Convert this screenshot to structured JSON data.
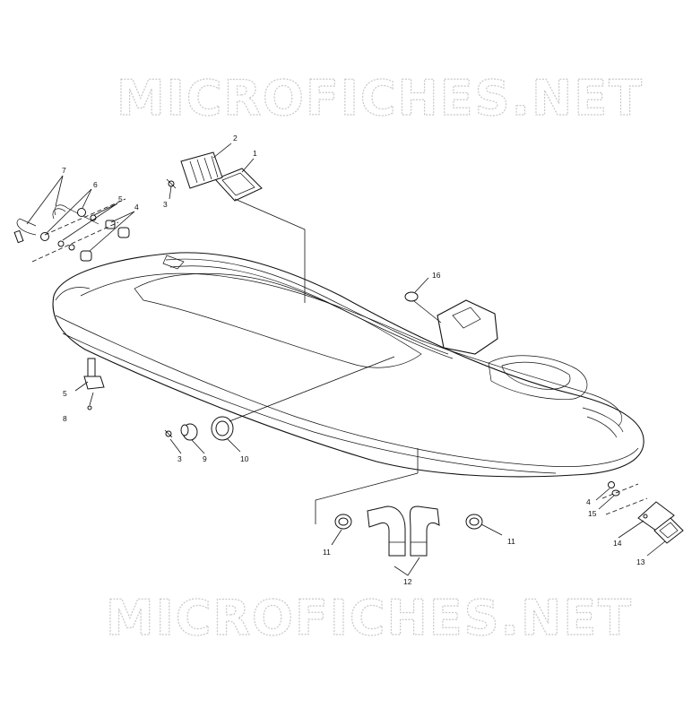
{
  "watermark": {
    "text_top": "MICROFICHES.NET",
    "text_bottom": "MICROFICHES.NET"
  },
  "callouts": {
    "c1": "1",
    "c2": "2",
    "c3a": "3",
    "c4a": "4",
    "c5a": "5",
    "c6": "6",
    "c7": "7",
    "c16": "16",
    "c5b": "5",
    "c8": "8",
    "c3b": "3",
    "c9": "9",
    "c10": "10",
    "c4b": "4",
    "c15": "15",
    "c14": "14",
    "c13": "13",
    "c11a": "11",
    "c11b": "11",
    "c12": "12"
  },
  "colors": {
    "line": "#111111",
    "watermark": "#c8c8c8",
    "background": "#ffffff"
  }
}
